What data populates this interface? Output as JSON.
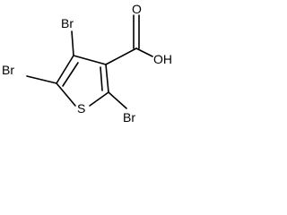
{
  "molecule": {
    "atoms": {
      "br_top": "Br",
      "br_left": "Br",
      "br_right": "Br",
      "sulfur": "S",
      "oxygen_carbonyl": "O",
      "hydroxyl": "OH"
    }
  }
}
